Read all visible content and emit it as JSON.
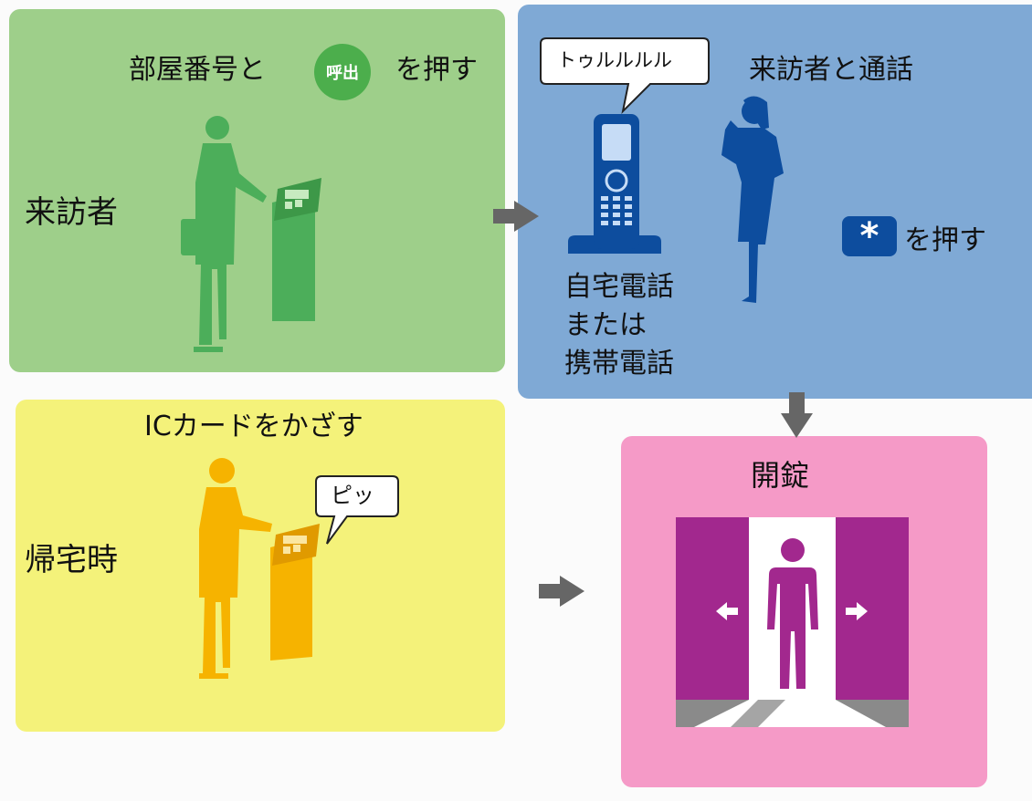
{
  "visitor": {
    "label": "来訪者",
    "instruction_pre": "部屋番号と",
    "call_button": "呼出",
    "instruction_post": "を押す"
  },
  "resident": {
    "ring_sound": "トゥルルルル",
    "talk_label": "来訪者と通話",
    "phone_label_lines": [
      "自宅電話",
      "または",
      "携帯電話"
    ],
    "star_key": "*",
    "press_label": "を押す"
  },
  "return_home": {
    "label": "帰宅時",
    "instruction": "ICカードをかざす",
    "beep_sound": "ピッ"
  },
  "unlock": {
    "label": "開錠"
  },
  "colors": {
    "visitor_panel": "#9ecf8a",
    "resident_panel": "#7fa9d5",
    "return_panel": "#f4f27a",
    "unlock_panel": "#f59ac7",
    "visitor_figure": "#4cae5a",
    "resident_figure": "#0d4d9e",
    "return_figure": "#f6b300",
    "door": "#a2288e",
    "arrow": "#666666"
  }
}
